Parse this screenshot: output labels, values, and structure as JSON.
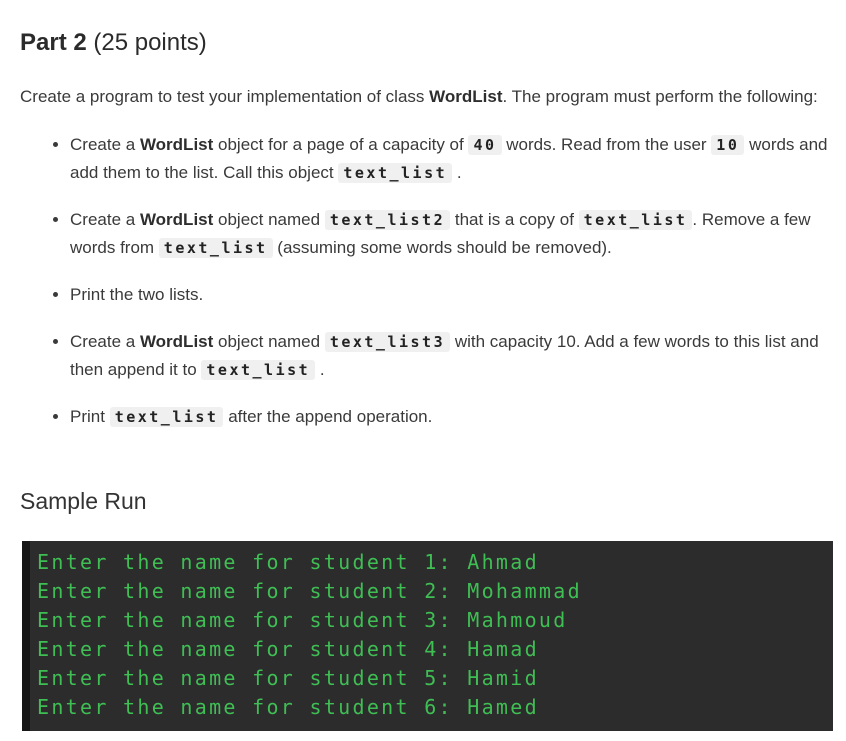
{
  "header": {
    "title_bold": "Part 2",
    "title_rest": " (25 points)"
  },
  "intro_segments": [
    {
      "t": "text",
      "s": "Create a program to test your implementation of class "
    },
    {
      "t": "bold",
      "s": "WordList"
    },
    {
      "t": "text",
      "s": ". The program must perform the following:"
    }
  ],
  "requirements": [
    [
      {
        "t": "text",
        "s": "Create a "
      },
      {
        "t": "bold",
        "s": "WordList"
      },
      {
        "t": "text",
        "s": " object for a page of a capacity of "
      },
      {
        "t": "code",
        "s": "40"
      },
      {
        "t": "text",
        "s": " words. Read from the user "
      },
      {
        "t": "code",
        "s": "10"
      },
      {
        "t": "text",
        "s": " words and add them to the list. Call this object "
      },
      {
        "t": "code",
        "s": "text_list"
      },
      {
        "t": "text",
        "s": " ."
      }
    ],
    [
      {
        "t": "text",
        "s": "Create a "
      },
      {
        "t": "bold",
        "s": "WordList"
      },
      {
        "t": "text",
        "s": " object named "
      },
      {
        "t": "code",
        "s": "text_list2"
      },
      {
        "t": "text",
        "s": " that is a copy of "
      },
      {
        "t": "code",
        "s": "text_list"
      },
      {
        "t": "text",
        "s": ". Remove a few words from "
      },
      {
        "t": "code",
        "s": "text_list"
      },
      {
        "t": "text",
        "s": " (assuming some words should be removed)."
      }
    ],
    [
      {
        "t": "text",
        "s": "Print the two lists."
      }
    ],
    [
      {
        "t": "text",
        "s": "Create a "
      },
      {
        "t": "bold",
        "s": "WordList"
      },
      {
        "t": "text",
        "s": " object named "
      },
      {
        "t": "code",
        "s": "text_list3"
      },
      {
        "t": "text",
        "s": " with capacity 10. Add a few words to this list and then append it to "
      },
      {
        "t": "code",
        "s": "text_list"
      },
      {
        "t": "text",
        "s": " ."
      }
    ],
    [
      {
        "t": "text",
        "s": "Print "
      },
      {
        "t": "code",
        "s": "text_list"
      },
      {
        "t": "text",
        "s": " after the append operation."
      }
    ]
  ],
  "sample_run": {
    "heading": "Sample Run",
    "terminal_lines": [
      "Enter the name for student 1: Ahmad",
      "Enter the name for student 2: Mohammad",
      "Enter the name for student 3: Mahmoud",
      "Enter the name for student 4: Hamad",
      "Enter the name for student 5: Hamid",
      "Enter the name for student 6: Hamed"
    ]
  },
  "colors": {
    "heading_text": "#2b2b2b",
    "body_text": "#3a3a3a",
    "inline_code_background": "#f0f0f0",
    "terminal_background": "#2c2c2c",
    "terminal_text": "#3fbe54",
    "terminal_scrollbar": "#161616"
  }
}
